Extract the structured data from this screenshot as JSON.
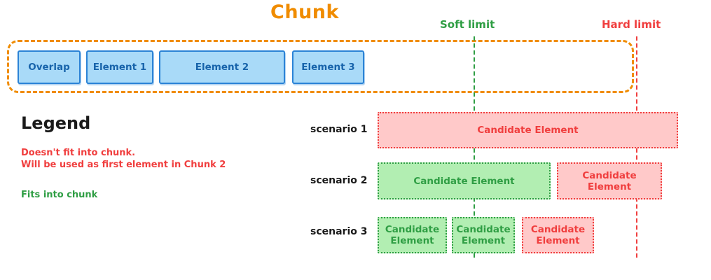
{
  "diagram": {
    "chunk": {
      "title": "Chunk",
      "title_color": "#f08c00",
      "border_color": "#f08c00",
      "elements": [
        {
          "label": "Overlap"
        },
        {
          "label": "Element 1"
        },
        {
          "label": "Element 2"
        },
        {
          "label": "Element 3"
        }
      ]
    },
    "limits": {
      "soft": {
        "label": "Soft limit",
        "color": "#2f9e44"
      },
      "hard": {
        "label": "Hard limit",
        "color": "#f03e3e"
      }
    },
    "legend": {
      "title": "Legend",
      "entries": [
        {
          "text": "Doesn't fit into chunk.\nWill be used as first element in Chunk 2",
          "color": "#f03e3e"
        },
        {
          "text": "Fits into chunk",
          "color": "#2f9e44"
        }
      ]
    },
    "scenarios": [
      {
        "label": "scenario 1",
        "boxes": [
          {
            "text": "Candidate Element",
            "state": "nofit"
          }
        ]
      },
      {
        "label": "scenario 2",
        "boxes": [
          {
            "text": "Candidate Element",
            "state": "fits"
          },
          {
            "text": "Candidate\nElement",
            "state": "nofit"
          }
        ]
      },
      {
        "label": "scenario 3",
        "boxes": [
          {
            "text": "Candidate\nElement",
            "state": "fits"
          },
          {
            "text": "Candidate\nElement",
            "state": "fits"
          },
          {
            "text": "Candidate\nElement",
            "state": "nofit"
          }
        ]
      }
    ]
  }
}
